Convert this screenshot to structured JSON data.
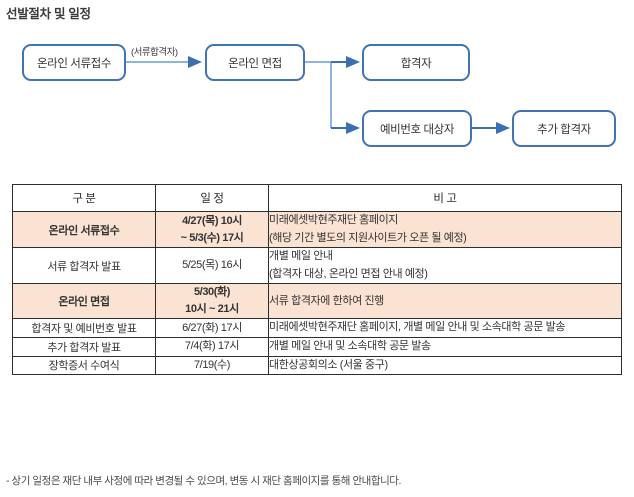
{
  "page": {
    "title": "선발절차 및 일정",
    "footnote": "- 상기 일정은 재단 내부 사정에 따라 변경될 수 있으며, 변동 시 재단 홈페이지를 통해 안내합니다."
  },
  "diagram": {
    "accent_color": "#4173b5",
    "arrow_color": "#3b6fb0",
    "nodes": [
      {
        "id": "apply",
        "label": "온라인 서류접수"
      },
      {
        "id": "interview",
        "label": "온라인 면접"
      },
      {
        "id": "pass",
        "label": "합격자"
      },
      {
        "id": "waitlist",
        "label": "예비번호 대상자"
      },
      {
        "id": "extrapass",
        "label": "추가 합격자"
      }
    ],
    "edges": [
      {
        "from": "apply",
        "to": "interview",
        "label": "(서류합격자)"
      },
      {
        "from": "interview",
        "to": "pass",
        "label": ""
      },
      {
        "from": "interview",
        "to": "waitlist",
        "label": ""
      },
      {
        "from": "waitlist",
        "to": "extrapass",
        "label": ""
      }
    ]
  },
  "table": {
    "highlight_color": "#fae3d3",
    "headers": [
      "구 분",
      "일 정",
      "비 고"
    ],
    "rows": [
      {
        "highlight": true,
        "label": "온라인 서류접수",
        "date_lines": [
          "4/27(목) 10시",
          "~ 5/3(수) 17시"
        ],
        "note_lines": [
          "미래에셋박현주재단 홈페이지",
          "(해당 기간 별도의 지원사이트가 오픈 될 예정)"
        ]
      },
      {
        "highlight": false,
        "label": "서류 합격자 발표",
        "date_lines": [
          "5/25(목) 16시"
        ],
        "note_lines": [
          "개별 메일 안내",
          "(합격자 대상, 온라인 면접 안내 예정)"
        ]
      },
      {
        "highlight": true,
        "label": "온라인 면접",
        "date_lines": [
          "5/30(화)",
          "10시 ~ 21시"
        ],
        "note_lines": [
          "서류 합격자에 한하여 진행"
        ]
      },
      {
        "highlight": false,
        "label": "합격자 및 예비번호 발표",
        "date_lines": [
          "6/27(화) 17시"
        ],
        "note_lines": [
          "미래에셋박현주재단 홈페이지, 개별 메일 안내 및 소속대학 공문 발송"
        ]
      },
      {
        "highlight": false,
        "label": "추가 합격자 발표",
        "date_lines": [
          "7/4(화) 17시"
        ],
        "note_lines": [
          "개별 메일 안내 및 소속대학 공문 발송"
        ]
      },
      {
        "highlight": false,
        "label": "장학증서 수여식",
        "date_lines": [
          "7/19(수)"
        ],
        "note_lines": [
          "대한상공회의소 (서울 중구)"
        ]
      }
    ]
  }
}
